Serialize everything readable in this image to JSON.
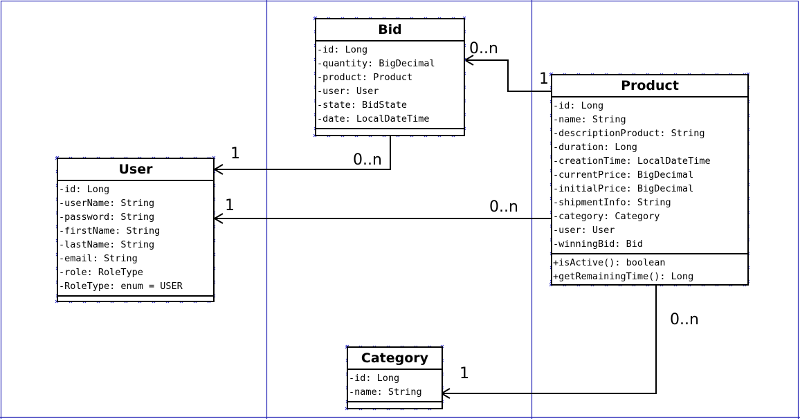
{
  "classes": {
    "bid": {
      "name": "Bid",
      "attributes": [
        "-id: Long",
        "-quantity: BigDecimal",
        "-product: Product",
        "-user: User",
        "-state: BidState",
        "-date: LocalDateTime"
      ],
      "methods": []
    },
    "product": {
      "name": "Product",
      "attributes": [
        "-id: Long",
        "-name: String",
        "-descriptionProduct: String",
        "-duration: Long",
        "-creationTime: LocalDateTime",
        "-currentPrice: BigDecimal",
        "-initialPrice: BigDecimal",
        "-shipmentInfo: String",
        "-category: Category",
        "-user: User",
        "-winningBid: Bid"
      ],
      "methods": [
        "+isActive(): boolean",
        "+getRemainingTime(): Long"
      ]
    },
    "user": {
      "name": "User",
      "attributes": [
        "-id: Long",
        "-userName: String",
        "-password: String",
        "-firstName: String",
        "-lastName: String",
        "-email: String",
        "-role: RoleType",
        "-RoleType: enum = USER"
      ],
      "methods": []
    },
    "category": {
      "name": "Category",
      "attributes": [
        "-id: Long",
        "-name: String"
      ],
      "methods": []
    }
  },
  "associations": {
    "bid_product": {
      "bid_end": "0..n",
      "product_end": "1"
    },
    "bid_user": {
      "user_end": "1",
      "bid_end": "0..n"
    },
    "product_user": {
      "user_end": "1",
      "product_end": "0..n"
    },
    "product_category": {
      "product_end": "0..n",
      "category_end": "1"
    }
  },
  "colors": {
    "page_grid": "#2b2bb8",
    "line": "#000000",
    "handle": "#3a3ad0"
  }
}
